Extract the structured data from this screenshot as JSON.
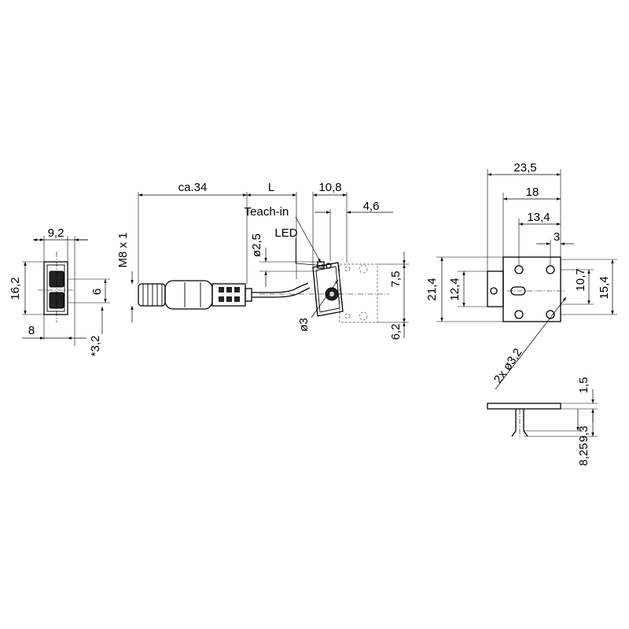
{
  "labels": {
    "front_width": "9,2",
    "front_height": "16,2",
    "front_lens_pitch": "6",
    "front_depth": "8",
    "front_offset": "*3,2",
    "thread": "M8 x 1",
    "cable_length": "ca.34",
    "sensor_length": "L",
    "body_width": "10,8",
    "lens_offset": "4,6",
    "teach_in": "Teach-in",
    "led": "LED",
    "led_diameter": "ø2,5",
    "lens_diameter": "ø3",
    "side_height_upper": "7,5",
    "side_height_lower": "6,2",
    "bracket_width": "23,5",
    "bracket_hole_span": "18",
    "bracket_inner": "13,4",
    "bracket_hole_edge": "3",
    "bracket_height": "21,4",
    "bracket_mid": "12,4",
    "bracket_hole_vert": "10,7",
    "bracket_total_vert": "15,4",
    "bracket_holes": "2x ø3,2",
    "thickness": "1,5",
    "pin_length": "9,3",
    "pin_offset": "8,25"
  }
}
